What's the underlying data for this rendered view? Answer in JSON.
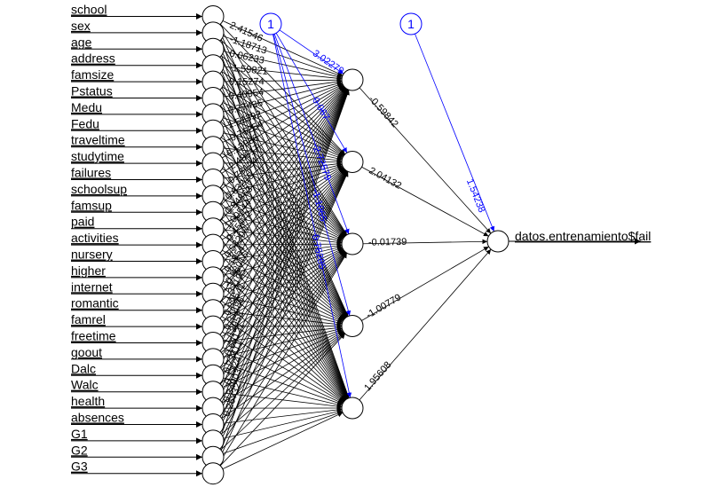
{
  "network": {
    "inputs": [
      "school",
      "sex",
      "age",
      "address",
      "famsize",
      "Pstatus",
      "Medu",
      "Fedu",
      "traveltime",
      "studytime",
      "failures",
      "schoolsup",
      "famsup",
      "paid",
      "activities",
      "nursery",
      "higher",
      "internet",
      "romantic",
      "famrel",
      "freetime",
      "goout",
      "Dalc",
      "Walc",
      "health",
      "absences",
      "G1",
      "G2",
      "G3"
    ],
    "hidden_count": 5,
    "output_label": "datos.entrenamiento$fail",
    "bias_label": "1",
    "input_weight_labels": [
      "2.41546",
      "-1.18713",
      "0.06233",
      "-1.59821",
      "0.15274",
      "0.40954",
      "0.77436",
      "1.51392",
      "-0.76254",
      "0.13986",
      "-2.48617",
      "-0.78124",
      "0.63215",
      "0.94863",
      "1.00544",
      "-0.45972",
      "0.53208",
      "0.19547",
      "-0.88016",
      "1.37195",
      "0.82641",
      "0.31486",
      "1.12958",
      "-0.65121",
      "0.73411",
      "-0.1224",
      "0.34003",
      "0.26732"
    ],
    "hidden_bias_weights": [
      "3.02279",
      "0.067",
      "-2.72579",
      "-1.1065",
      "0.76285"
    ],
    "hidden_output_weights": [
      "-0.59842",
      "2.04132",
      "-0.01739",
      "-1.00779",
      "1.95608"
    ],
    "output_bias_weight": "1.54238"
  },
  "colors": {
    "edge": "#000000",
    "bias": "#0000ff",
    "node_fill": "#ffffff"
  }
}
